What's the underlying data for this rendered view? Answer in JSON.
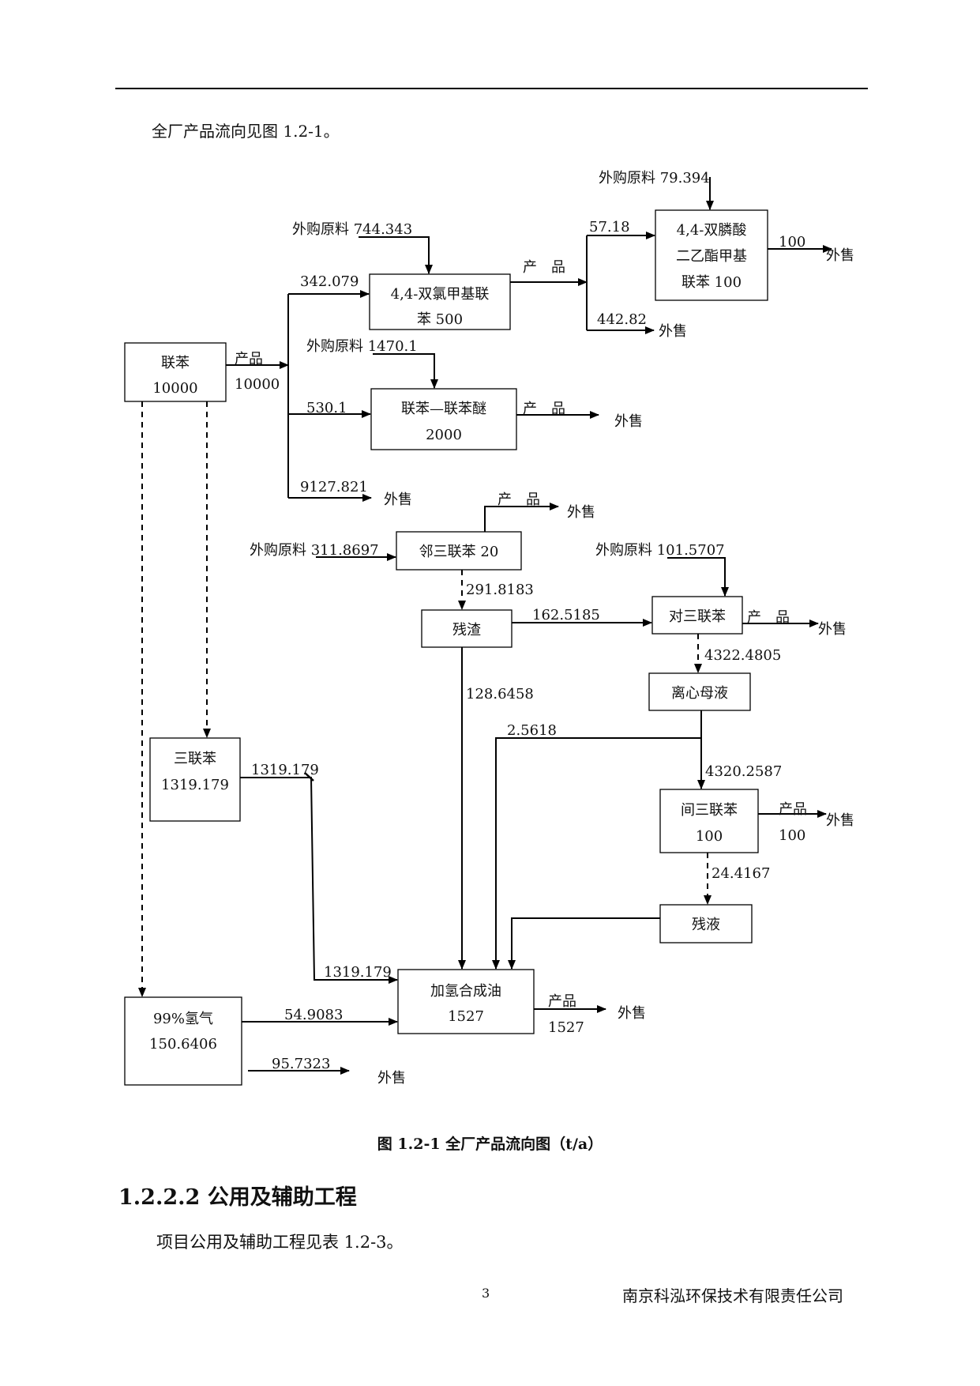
{
  "header": {
    "intro": "全厂产品流向见图 1.2-1。"
  },
  "diagram": {
    "boxes": {
      "biphenyl": [
        "联苯",
        "10000"
      ],
      "bcmb": [
        "4,4-双氯甲基联",
        "苯 500"
      ],
      "bpe": [
        "4,4-双膦酸",
        "二乙酯甲基",
        "联苯 100"
      ],
      "bpe2": [
        "联苯—联苯醚",
        "2000"
      ],
      "oter": [
        "邻三联苯 20"
      ],
      "residue": [
        "残渣"
      ],
      "pter": [
        "对三联苯"
      ],
      "mother": [
        "离心母液"
      ],
      "tri": [
        "三联苯",
        "1319.179"
      ],
      "mter": [
        "间三联苯",
        "100"
      ],
      "resliq": [
        "残液"
      ],
      "hoil": [
        "加氢合成油",
        "1527"
      ],
      "h2": [
        "99%氢气",
        "150.6406"
      ]
    },
    "labels": {
      "buy_79": "外购原料 79.394",
      "buy_744": "外购原料 744.343",
      "buy_1470": "外购原料 1470.1",
      "buy_311": "外购原料 311.8697",
      "buy_101": "外购原料 101.5707",
      "v_5718": "57.18",
      "v_100a": "100",
      "v_44282": "442.82",
      "v_342": "342.079",
      "v_10000": "10000",
      "v_5301": "530.1",
      "v_9127": "9127.821",
      "v_2918": "291.8183",
      "v_1625": "162.5185",
      "v_4322": "4322.4805",
      "v_1286": "128.6458",
      "v_25618": "2.5618",
      "v_4320": "4320.2587",
      "v_1319a": "1319.179",
      "v_1319b": "1319.179",
      "v_100b": "100",
      "v_244": "24.4167",
      "v_1527": "1527",
      "v_549": "54.9083",
      "v_957": "95.7323",
      "product": "产品",
      "product_sp": "产　品",
      "sell": "外售"
    }
  },
  "caption": "图 1.2-1  全厂产品流向图（t/a）",
  "section": {
    "title": "1.2.2.2 公用及辅助工程",
    "body": "项目公用及辅助工程见表 1.2-3。"
  },
  "footer": {
    "page": "3",
    "company": "南京科泓环保技术有限责任公司"
  }
}
